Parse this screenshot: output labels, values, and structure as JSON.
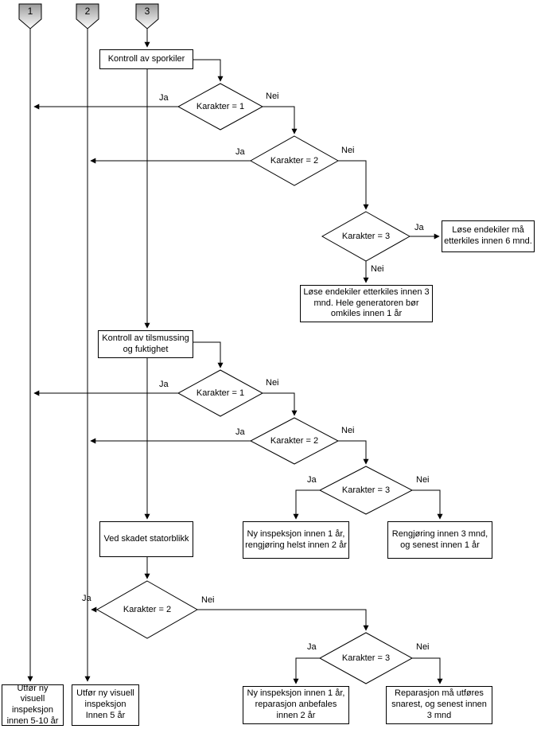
{
  "connectors": {
    "c1": "1",
    "c2": "2",
    "c3": "3"
  },
  "labels": {
    "yes": "Ja",
    "no": "Nei"
  },
  "decisions": {
    "k1": "Karakter = 1",
    "k2": "Karakter = 2",
    "k3": "Karakter = 3"
  },
  "boxes": {
    "sporkiler": "Kontroll av sporkiler",
    "endekiler_6mnd": "Løse endekiler må etterkiles innen 6 mnd.",
    "endekiler_3mnd": "Løse endekiler etterkiles innen 3 mnd. Hele generatoren bør omkiles innen 1 år",
    "tilsmussing": "Kontroll av tilsmussing og fuktighet",
    "statorblikk": "Ved skadet statorblikk",
    "ny_inspeksjon_rengjoring": "Ny inspeksjon innen 1 år, rengjøring helst innen 2 år",
    "rengjoring_3mnd": "Rengjøring innen 3 mnd, og senest innen 1 år",
    "ny_inspeksjon_reparasjon": "Ny inspeksjon innen 1 år, reparasjon anbefales innen 2 år",
    "reparasjon_snarest": "Reparasjon må utføres snarest, og senest innen 3 mnd",
    "visuell_5_10": "Utfør ny visuell inspeksjon innen 5-10 år",
    "visuell_5": "Utfør ny visuell inspeksjon Innen 5 år"
  },
  "colors": {
    "line": "#000000",
    "box_border": "#000000",
    "background": "#ffffff",
    "connector_top": "#9a9a9a",
    "connector_bottom": "#ffffff"
  }
}
